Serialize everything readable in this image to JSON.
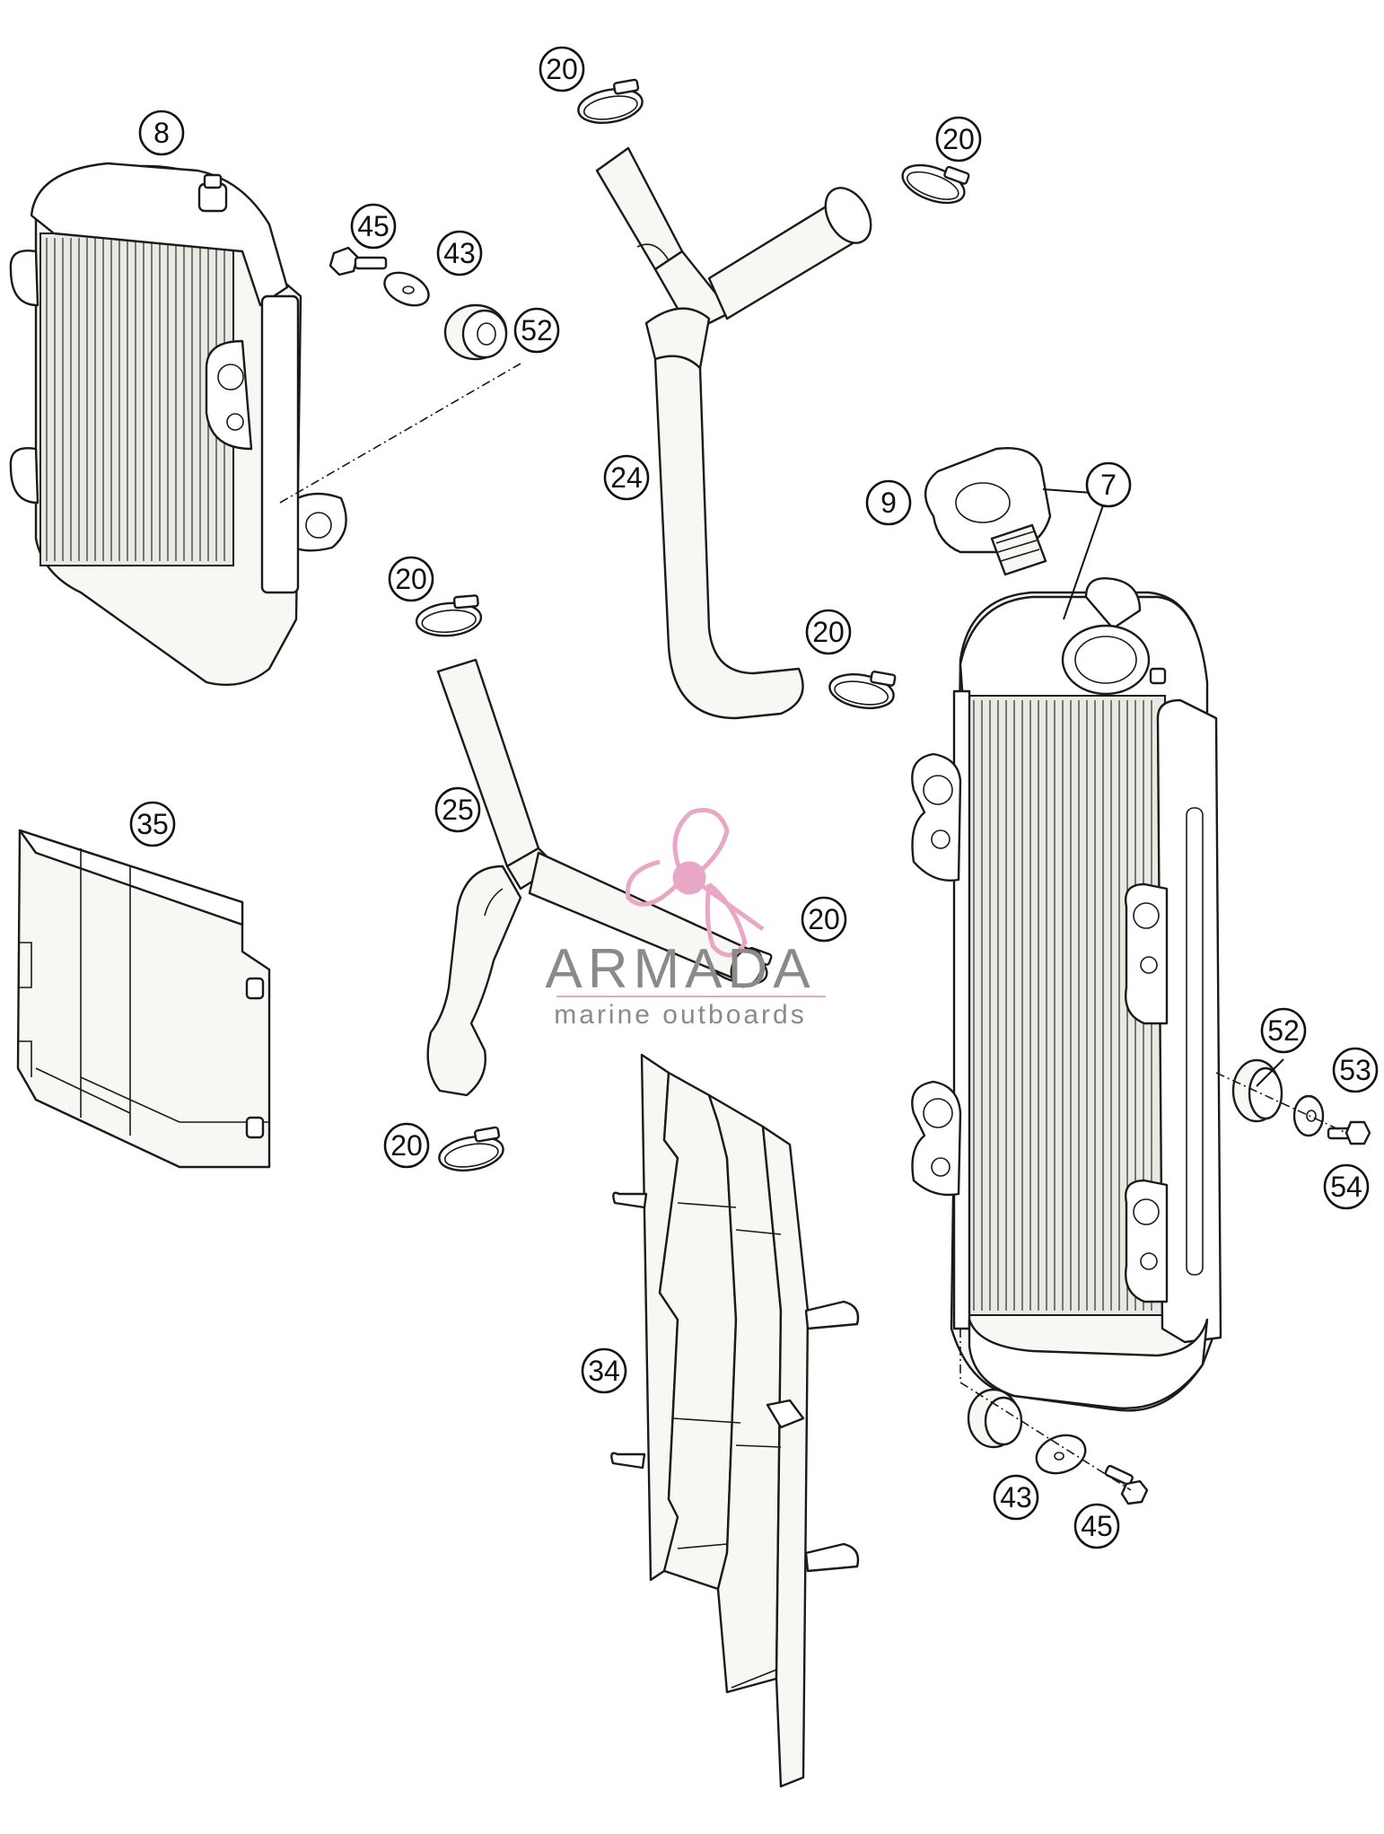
{
  "callouts": [
    {
      "id": "c8a",
      "text": "8"
    },
    {
      "id": "c20a",
      "text": "20"
    },
    {
      "id": "c20b",
      "text": "20"
    },
    {
      "id": "c45a",
      "text": "45"
    },
    {
      "id": "c43a",
      "text": "43"
    },
    {
      "id": "c52a",
      "text": "52"
    },
    {
      "id": "c24",
      "text": "24"
    },
    {
      "id": "c9",
      "text": "9"
    },
    {
      "id": "c7",
      "text": "7"
    },
    {
      "id": "c20c",
      "text": "20"
    },
    {
      "id": "c20d",
      "text": "20"
    },
    {
      "id": "c35",
      "text": "35"
    },
    {
      "id": "c25",
      "text": "25"
    },
    {
      "id": "c20e",
      "text": "20"
    },
    {
      "id": "c20f",
      "text": "20"
    },
    {
      "id": "c52b",
      "text": "52"
    },
    {
      "id": "c53",
      "text": "53"
    },
    {
      "id": "c54",
      "text": "54"
    },
    {
      "id": "c34",
      "text": "34"
    },
    {
      "id": "c43b",
      "text": "43"
    },
    {
      "id": "c45b",
      "text": "45"
    }
  ],
  "watermark": {
    "title": "ARMADA",
    "subtitle": "marine outboards",
    "accent_color": "#e8a7c4",
    "text_color": "#8a8a8a"
  }
}
